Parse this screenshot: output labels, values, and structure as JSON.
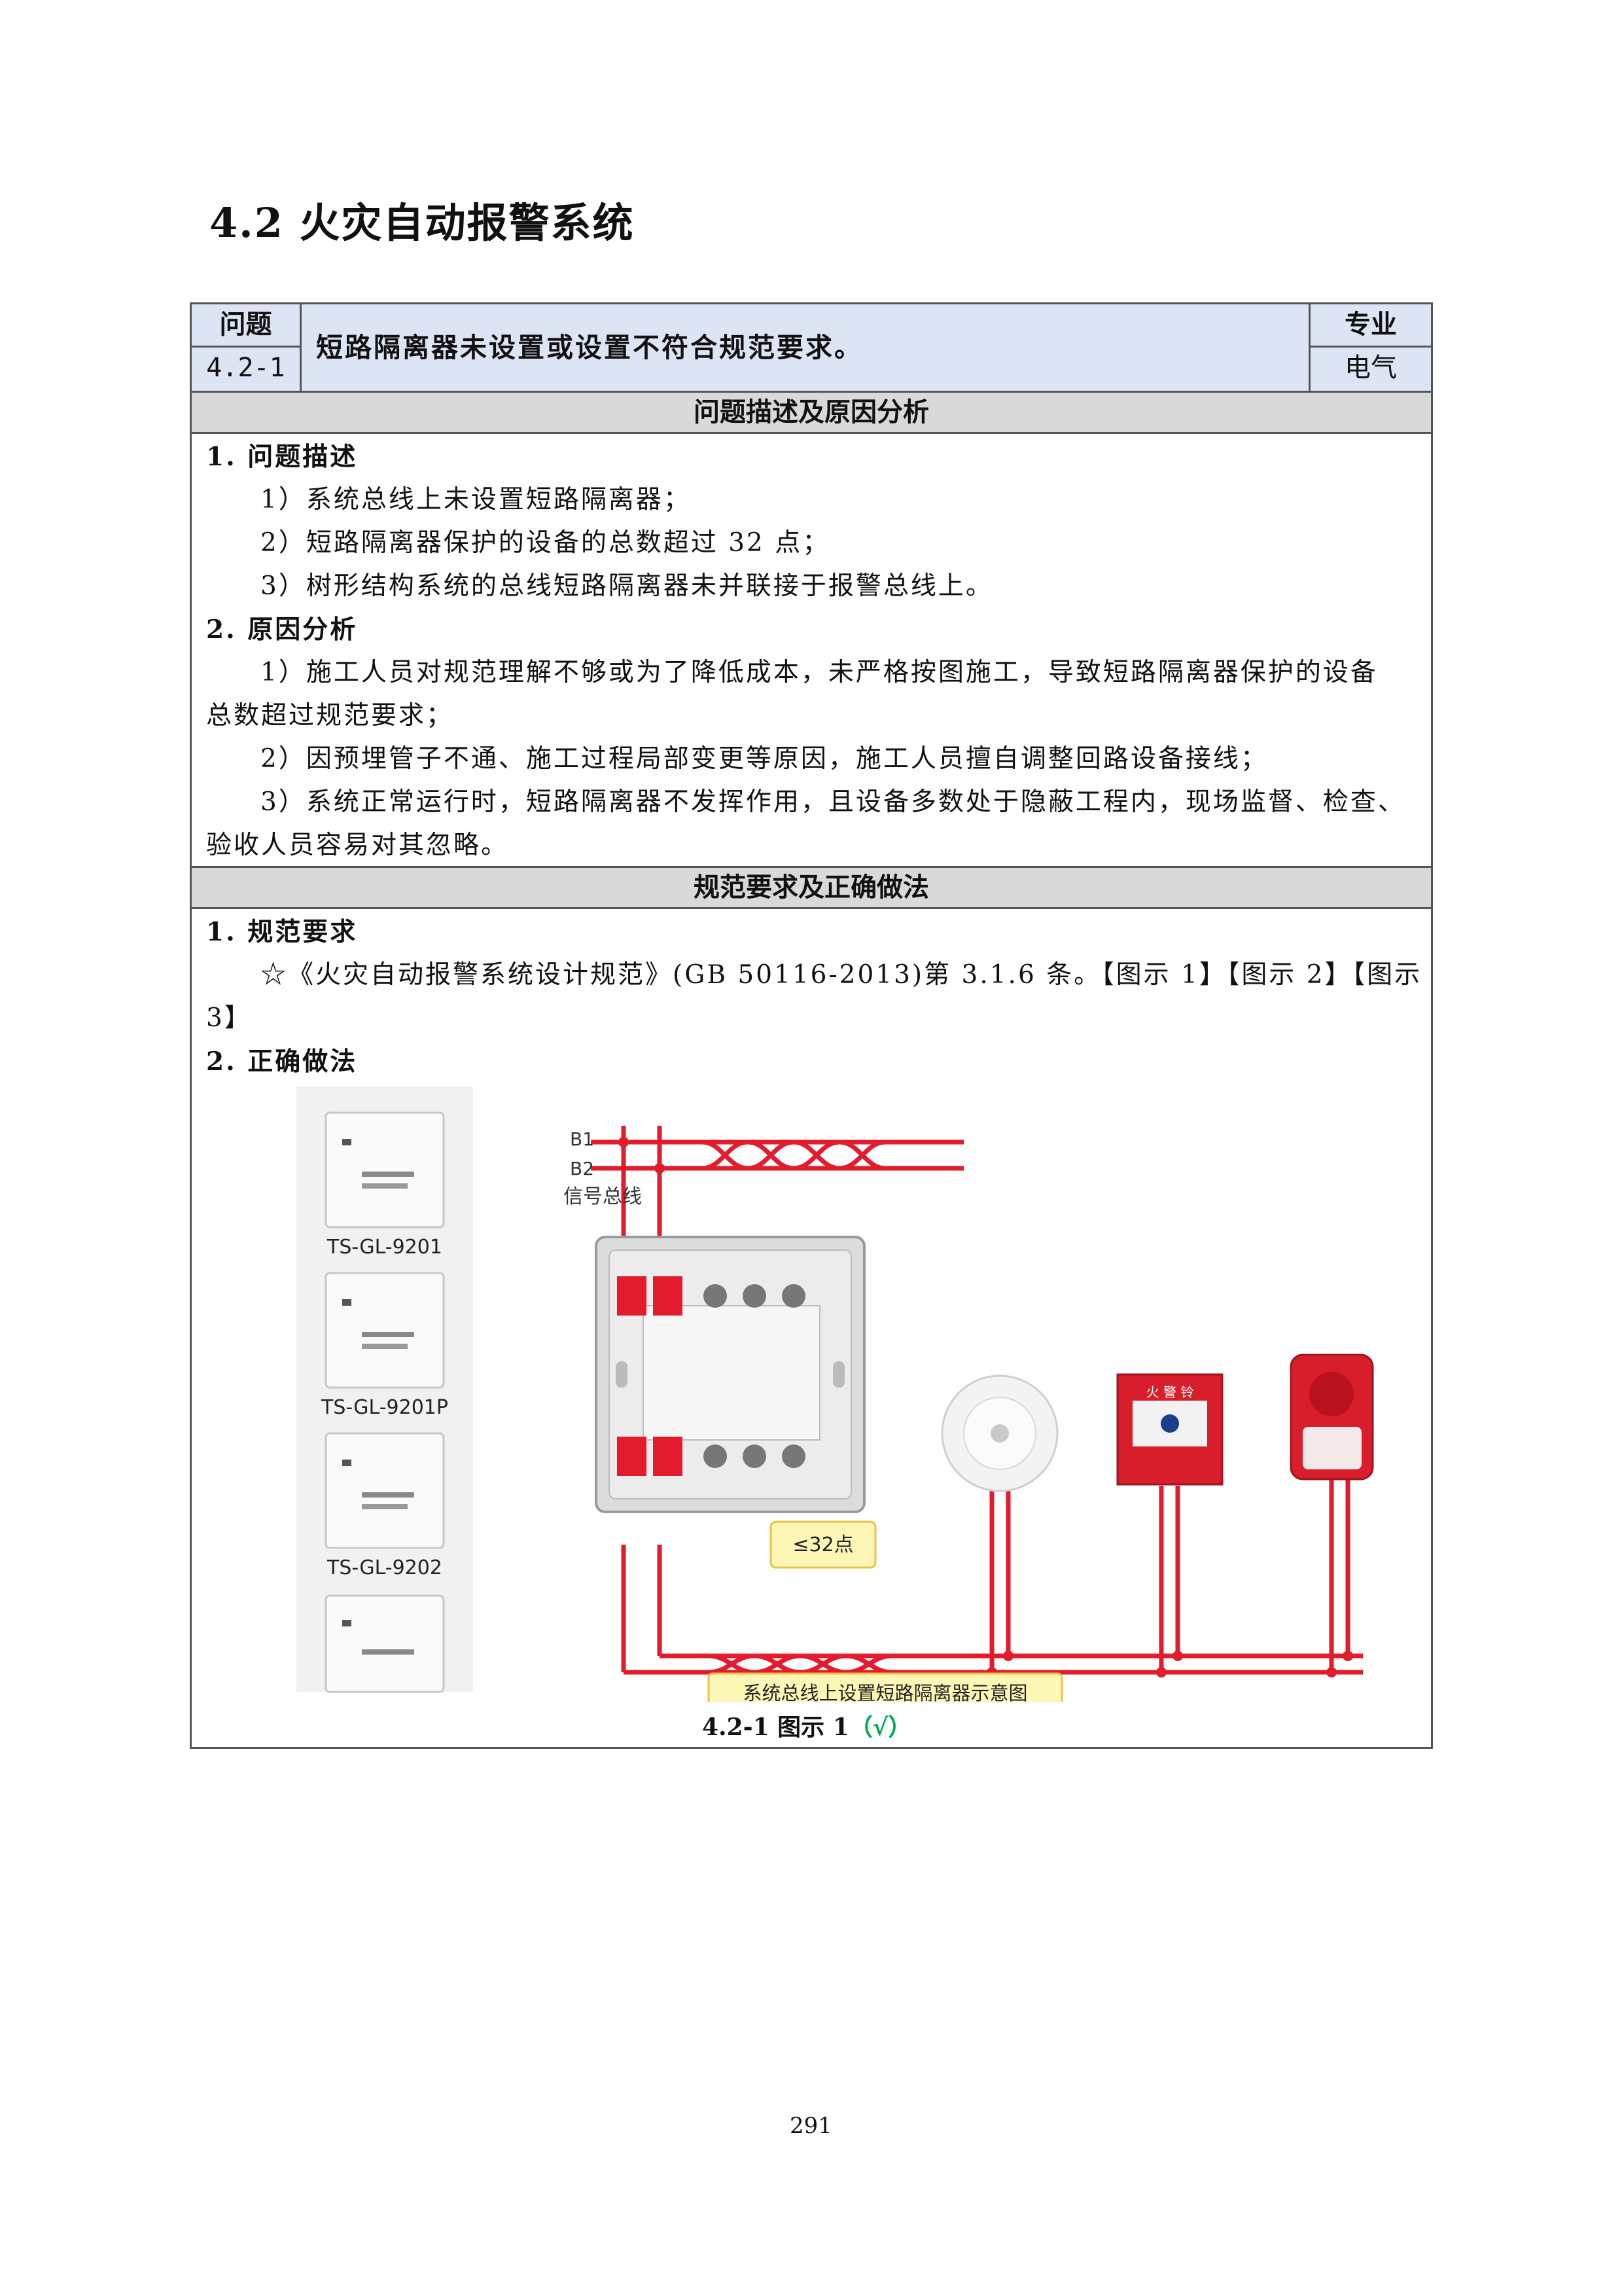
{
  "section_title": "4.2 火灾自动报警系统",
  "table_header": {
    "question_label": "问题",
    "question_code": "4.2-1",
    "question_text": "短路隔离器未设置或设置不符合规范要求。",
    "specialty_label": "专业",
    "specialty_value": "电气"
  },
  "section_a": {
    "band_title": "问题描述及原因分析",
    "heading1": "1. 问题描述",
    "items1": [
      "1）系统总线上未设置短路隔离器；",
      "2）短路隔离器保护的设备的总数超过 32 点；",
      "3）树形结构系统的总线短路隔离器未并联接于报警总线上。"
    ],
    "heading2": "2. 原因分析",
    "lines2": [
      "1）施工人员对规范理解不够或为了降低成本，未严格按图施工，导致短路隔离器保护的设备",
      "总数超过规范要求；",
      "2）因预埋管子不通、施工过程局部变更等原因，施工人员擅自调整回路设备接线；",
      "3）系统正常运行时，短路隔离器不发挥作用，且设备多数处于隐蔽工程内，现场监督、检查、",
      "验收人员容易对其忽略。"
    ]
  },
  "section_b": {
    "band_title": "规范要求及正确做法",
    "heading1": "1. 规范要求",
    "lines1": [
      "☆《火灾自动报警系统设计规范》(GB 50116-2013)第 3.1.6 条。【图示 1】【图示 2】【图示",
      "3】"
    ],
    "heading2": "2. 正确做法"
  },
  "figure": {
    "models": [
      "TS-GL-9201",
      "TS-GL-9201P",
      "TS-GL-9202"
    ],
    "bus_b1": "B1",
    "bus_b2": "B2",
    "bus_label": "信号总线",
    "limit_label": "≤32点",
    "diagram_caption": "系统总线上设置短路隔离器示意图",
    "alarm_sign": "火 警 铃",
    "caption_prefix": "4.2-1 图示 1",
    "caption_check": "（√）"
  },
  "page_number": "291",
  "colors": {
    "wire_red": "#e21b2d",
    "header_blue": "#dde4f3",
    "band_gray": "#d9d9d9",
    "callout_yellow": "#fdf7b6",
    "check_green": "#00a651"
  }
}
